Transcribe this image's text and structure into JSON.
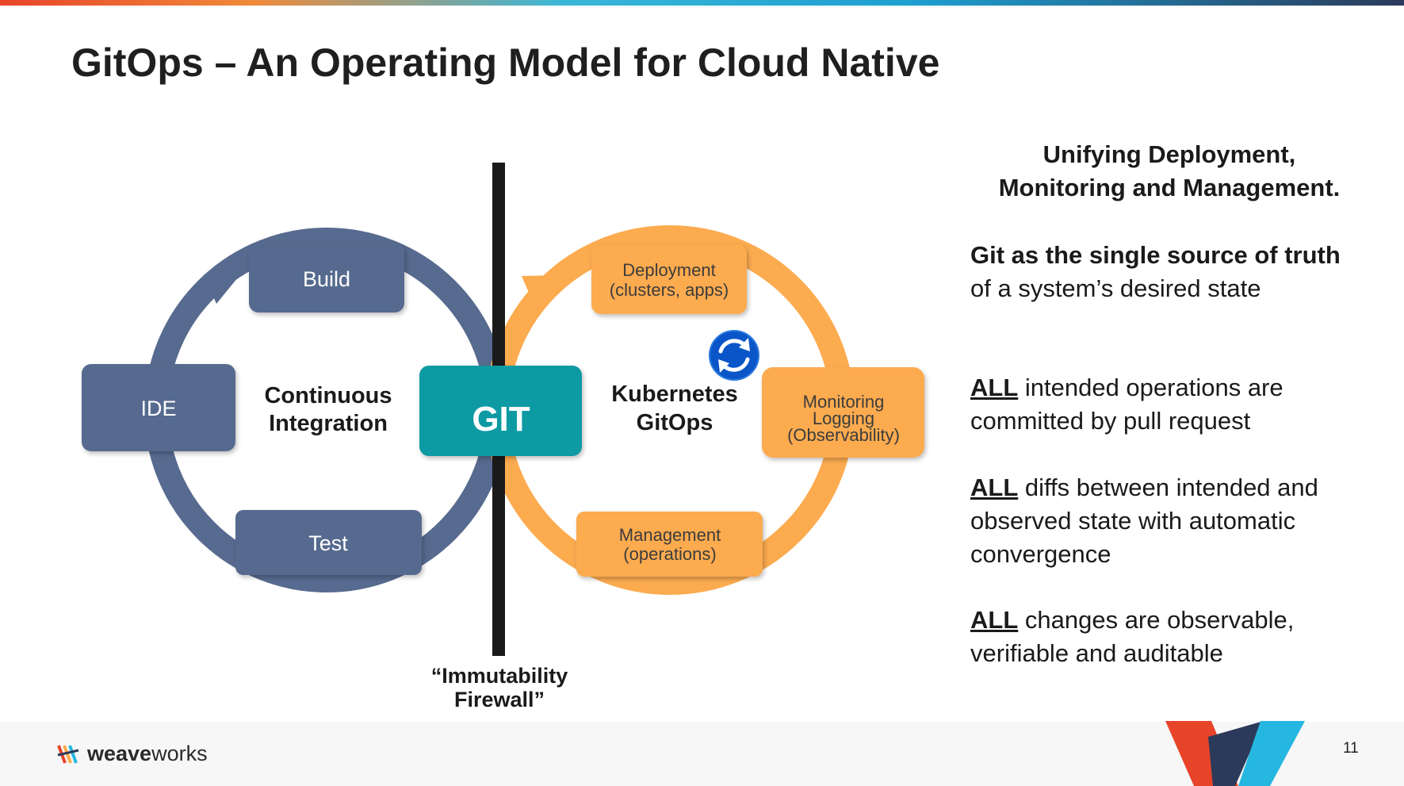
{
  "slide": {
    "title": "GitOps – An Operating Model for Cloud Native",
    "page_number": "11"
  },
  "diagram": {
    "ci_loop": {
      "center_line1": "Continuous",
      "center_line2": "Integration",
      "build": "Build",
      "ide": "IDE",
      "test": "Test",
      "color": "#576a8f"
    },
    "git_box": {
      "label": "GIT",
      "color": "#0e9aa3"
    },
    "gitops_loop": {
      "center_line1": "Kubernetes",
      "center_line2": "GitOps",
      "deployment_line1": "Deployment",
      "deployment_line2": "(clusters, apps)",
      "monitoring_line1": "Monitoring",
      "monitoring_line2": "Logging",
      "monitoring_line3": "(Observability)",
      "management_line1": "Management",
      "management_line2": "(operations)",
      "color": "#fcab4f",
      "sync_icon": "sync-icon"
    },
    "firewall_line1": "“Immutability",
    "firewall_line2": "Firewall”"
  },
  "right_panel": {
    "heading_line1": "Unifying Deployment,",
    "heading_line2": "Monitoring and Management.",
    "truth_bold": "Git as the single source of truth",
    "truth_rest": "of a system’s desired state",
    "item1_all": "ALL",
    "item1_text": " intended operations are committed by pull request",
    "item2_all": "ALL",
    "item2_text": " diffs between intended and observed state with automatic convergence",
    "item3_all": "ALL",
    "item3_text": " changes are observable, verifiable and auditable"
  },
  "footer": {
    "brand_bold": "weave",
    "brand_rest": "works"
  }
}
